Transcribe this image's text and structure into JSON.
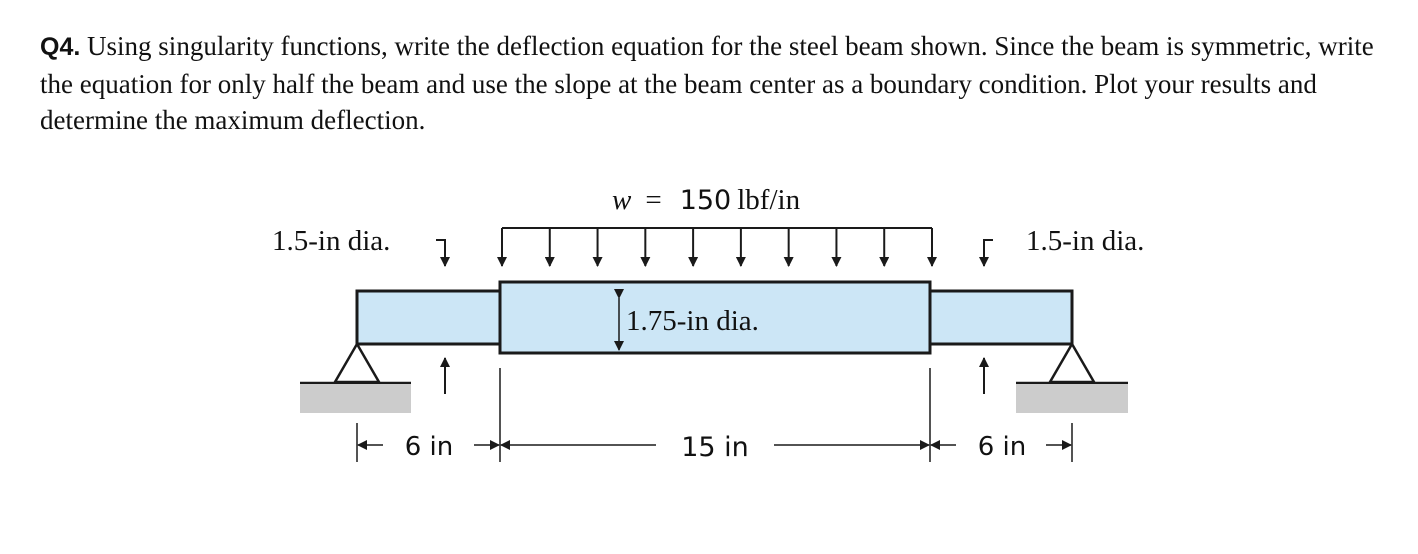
{
  "question": {
    "number": "Q4.",
    "text": " Using singularity functions, write the deflection equation for the steel beam shown. Since the beam is symmetric, write the equation for only half the beam and use the slope at the beam center as a boundary condition. Plot your results and determine the maximum deflection."
  },
  "diagram": {
    "load": {
      "symbol": "w",
      "equals": "=",
      "value": "150",
      "unit": "lbf/in"
    },
    "left_diameter_label": "1.5-in dia.",
    "right_diameter_label": "1.5-in dia.",
    "center_diameter_label": "1.75-in dia.",
    "dims": {
      "left": "6 in",
      "center": "15 in",
      "right": "6 in"
    },
    "colors": {
      "beam_fill": "#cce6f6",
      "beam_stroke": "#1a1a1a",
      "ground": "#cccccc"
    }
  }
}
